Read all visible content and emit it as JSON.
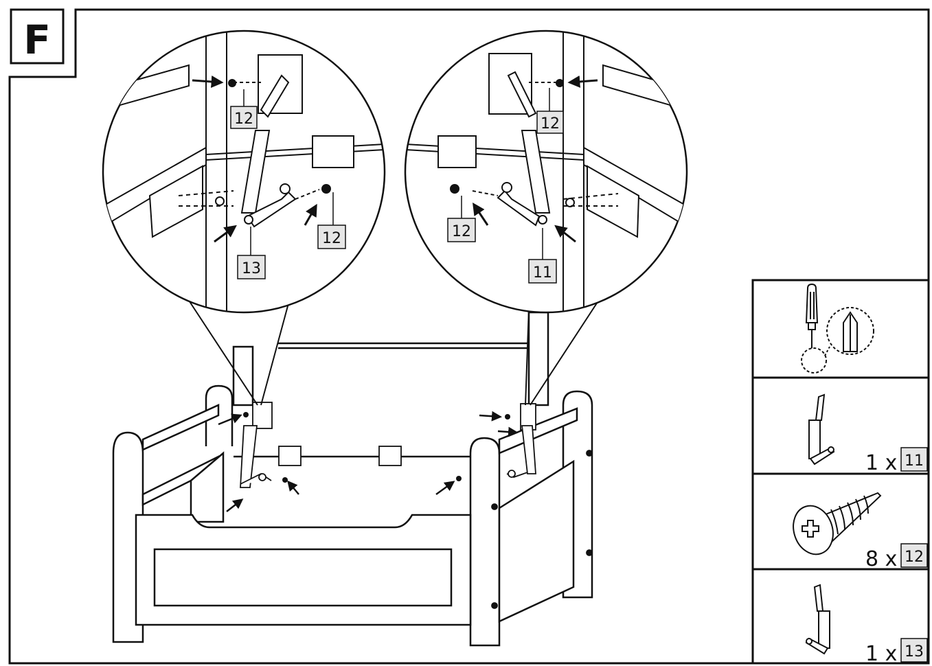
{
  "step": {
    "letter": "F"
  },
  "detail_left": {
    "callouts": [
      {
        "id": "upper-screw",
        "label": "12"
      },
      {
        "id": "lower-screw",
        "label": "12"
      },
      {
        "id": "stay-part",
        "label": "13"
      }
    ]
  },
  "detail_right": {
    "callouts": [
      {
        "id": "upper-screw",
        "label": "12"
      },
      {
        "id": "lower-screw",
        "label": "12"
      },
      {
        "id": "stay-part",
        "label": "11"
      }
    ]
  },
  "parts_panel": {
    "tool": {
      "icon": "phillips-screwdriver-icon"
    },
    "items": [
      {
        "icon": "lid-stay-right-icon",
        "qty": "1 x",
        "part": "11"
      },
      {
        "icon": "screw-icon",
        "qty": "8 x",
        "part": "12"
      },
      {
        "icon": "lid-stay-left-icon",
        "qty": "1 x",
        "part": "13"
      }
    ]
  },
  "colors": {
    "line": "#111111",
    "label_fill": "#e6e6e6",
    "background": "#ffffff"
  }
}
